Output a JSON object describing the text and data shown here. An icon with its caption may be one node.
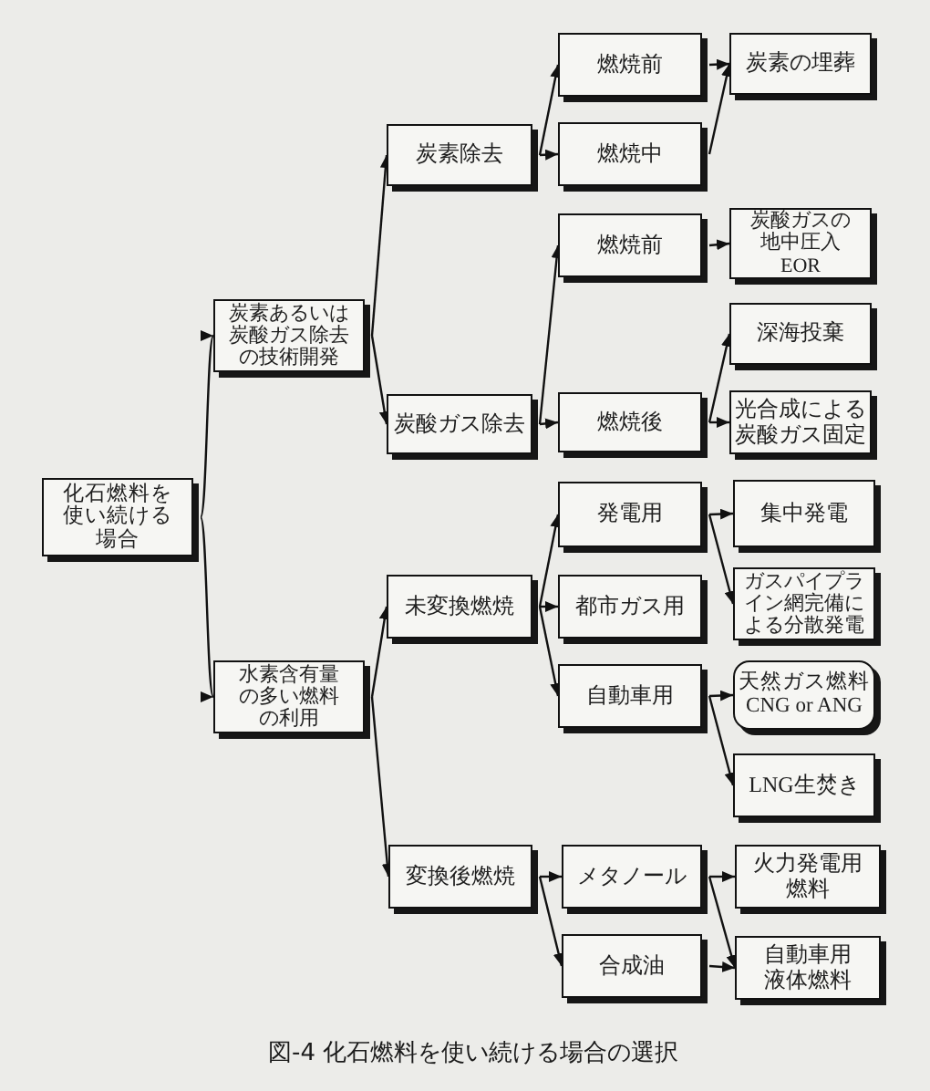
{
  "diagram": {
    "caption": "図-4 化石燃料を使い続ける場合の選択",
    "nodes": [
      {
        "text": [
          "化石燃料を使い続ける場合"
        ]
      },
      {
        "text": [
          "炭素あるいは炭酸ガス除去の技術開発"
        ]
      },
      {
        "text": [
          "水素含有量の多い燃料の利用"
        ]
      },
      {
        "text": [
          "炭素除去"
        ]
      },
      {
        "text": [
          "炭酸ガス除去"
        ]
      },
      {
        "text": [
          "未変換燃焼"
        ]
      },
      {
        "text": [
          "変換後燃焼"
        ]
      },
      {
        "text": [
          "燃焼前"
        ]
      },
      {
        "text": [
          "燃焼中"
        ]
      },
      {
        "text": [
          "燃焼前"
        ]
      },
      {
        "text": [
          "燃焼後"
        ]
      },
      {
        "text": [
          "発電用"
        ]
      },
      {
        "text": [
          "都市ガス用"
        ]
      },
      {
        "text": [
          "自動車用"
        ]
      },
      {
        "text": [
          "メタノール"
        ]
      },
      {
        "text": [
          "合成油"
        ]
      },
      {
        "text": [
          "炭素の埋葬"
        ]
      },
      {
        "text": [
          "炭酸ガスの地中圧入 EOR"
        ]
      },
      {
        "text": [
          "深海投棄"
        ]
      },
      {
        "text": [
          "光合成による炭酸ガス固定"
        ]
      },
      {
        "text": [
          "集中発電"
        ]
      },
      {
        "text": [
          "ガスパイプライン網完備による分散発電"
        ]
      },
      {
        "text": [
          "天然ガス燃料 CNG or ANG"
        ]
      },
      {
        "text": [
          "LNG生焚き"
        ]
      },
      {
        "text": [
          "火力発電用燃料"
        ]
      },
      {
        "text": [
          "自動車用液体燃料"
        ]
      }
    ],
    "edges": [
      {
        "from": 0,
        "to": 1,
        "arrow": "to"
      },
      {
        "from": 0,
        "to": 2,
        "arrow": "to"
      },
      {
        "from": 1,
        "to": 3,
        "arrow": "to"
      },
      {
        "from": 1,
        "to": 4,
        "arrow": "to"
      },
      {
        "from": 2,
        "to": 5,
        "arrow": "to"
      },
      {
        "from": 2,
        "to": 6,
        "arrow": "to"
      },
      {
        "from": 3,
        "to": 7,
        "arrow": "to"
      },
      {
        "from": 3,
        "to": 8,
        "arrow": "to"
      },
      {
        "from": 4,
        "to": 9,
        "arrow": "to"
      },
      {
        "from": 4,
        "to": 10,
        "arrow": "to"
      },
      {
        "from": 5,
        "to": 11,
        "arrow": "to"
      },
      {
        "from": 5,
        "to": 12,
        "arrow": "to"
      },
      {
        "from": 5,
        "to": 13,
        "arrow": "to"
      },
      {
        "from": 6,
        "to": 14,
        "arrow": "to"
      },
      {
        "from": 6,
        "to": 15,
        "arrow": "to"
      },
      {
        "from": 7,
        "to": 16,
        "arrow": "to"
      },
      {
        "from": 8,
        "to": 16,
        "arrow": "to"
      },
      {
        "from": 9,
        "to": 17,
        "arrow": "to"
      },
      {
        "from": 10,
        "to": 18,
        "arrow": "to"
      },
      {
        "from": 10,
        "to": 19,
        "arrow": "to"
      },
      {
        "from": 11,
        "to": 20,
        "arrow": "to"
      },
      {
        "from": 11,
        "to": 21,
        "arrow": "to"
      },
      {
        "from": 13,
        "to": 22,
        "arrow": "to"
      },
      {
        "from": 13,
        "to": 23,
        "arrow": "to"
      },
      {
        "from": 14,
        "to": 24,
        "arrow": "to"
      },
      {
        "from": 14,
        "to": 25,
        "arrow": "to"
      },
      {
        "from": 15,
        "to": 25,
        "arrow": "to"
      }
    ]
  }
}
